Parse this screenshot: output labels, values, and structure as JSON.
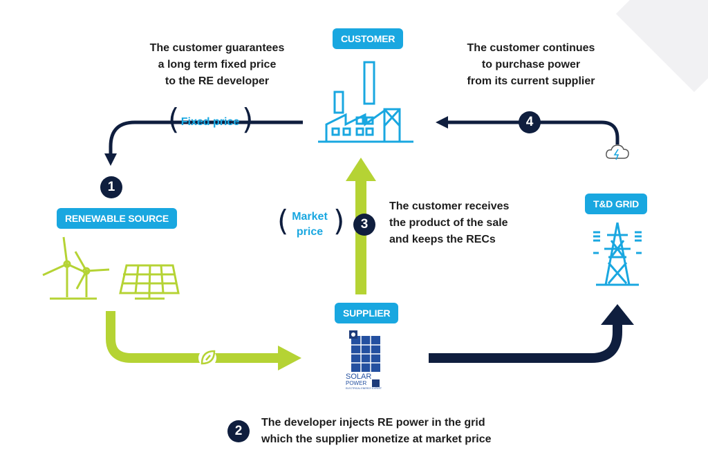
{
  "labels": {
    "customer": "CUSTOMER",
    "renewable_source": "RENEWABLE SOURCE",
    "supplier": "SUPPLIER",
    "td_grid": "T&D GRID"
  },
  "notes": {
    "step1": [
      "The customer guarantees",
      "a long term fixed price",
      "to the RE developer"
    ],
    "step4": [
      "The customer continues",
      "to purchase power",
      "from its current supplier"
    ],
    "step3": [
      "The customer receives",
      "the product of the sale",
      "and keeps the RECs"
    ],
    "step2": [
      "The developer injects RE power in the grid",
      "which the supplier monetize at market price"
    ]
  },
  "steps": [
    "1",
    "2",
    "3",
    "4"
  ],
  "prices": {
    "fixed": "Fixed price",
    "market": [
      "Market",
      "price"
    ]
  },
  "logo": {
    "line1": "SOLAR",
    "line2": "POWER",
    "line3": "ELECTRICAL ENERGY EXPERT"
  },
  "icons": {
    "customer": "factory-icon",
    "renewable": "wind-turbine-icon",
    "solar": "solar-panel-icon",
    "grid": "transmission-tower-icon",
    "cloud": "cloud-lightning-icon",
    "leaf": "leaf-icon"
  },
  "colors": {
    "navy": "#0f1e3e",
    "blue": "#19a7e0",
    "green": "#b5d334"
  }
}
